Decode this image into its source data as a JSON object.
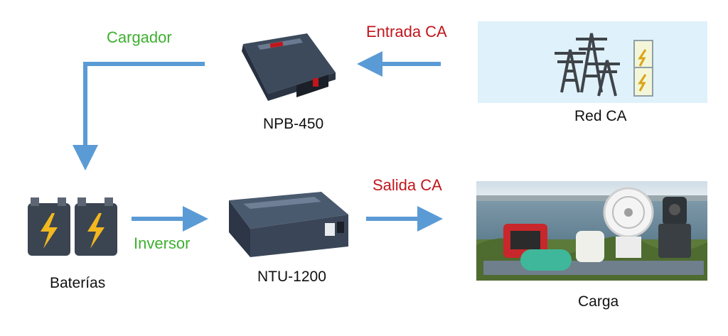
{
  "labels": {
    "charger": "Cargador",
    "ac_input": "Entrada CA",
    "ac_output": "Salida CA",
    "inverter": "Inversor"
  },
  "devices": {
    "charger_model": "NPB-450",
    "inverter_model": "NTU-1200"
  },
  "nodes": {
    "grid": "Red CA",
    "batteries": "Baterías",
    "load": "Carga"
  },
  "colors": {
    "arrow": "#5b9bd5",
    "green_label": "#3db02f",
    "red_label": "#c0161c",
    "grid_panel_bg": "#dff1fa"
  }
}
